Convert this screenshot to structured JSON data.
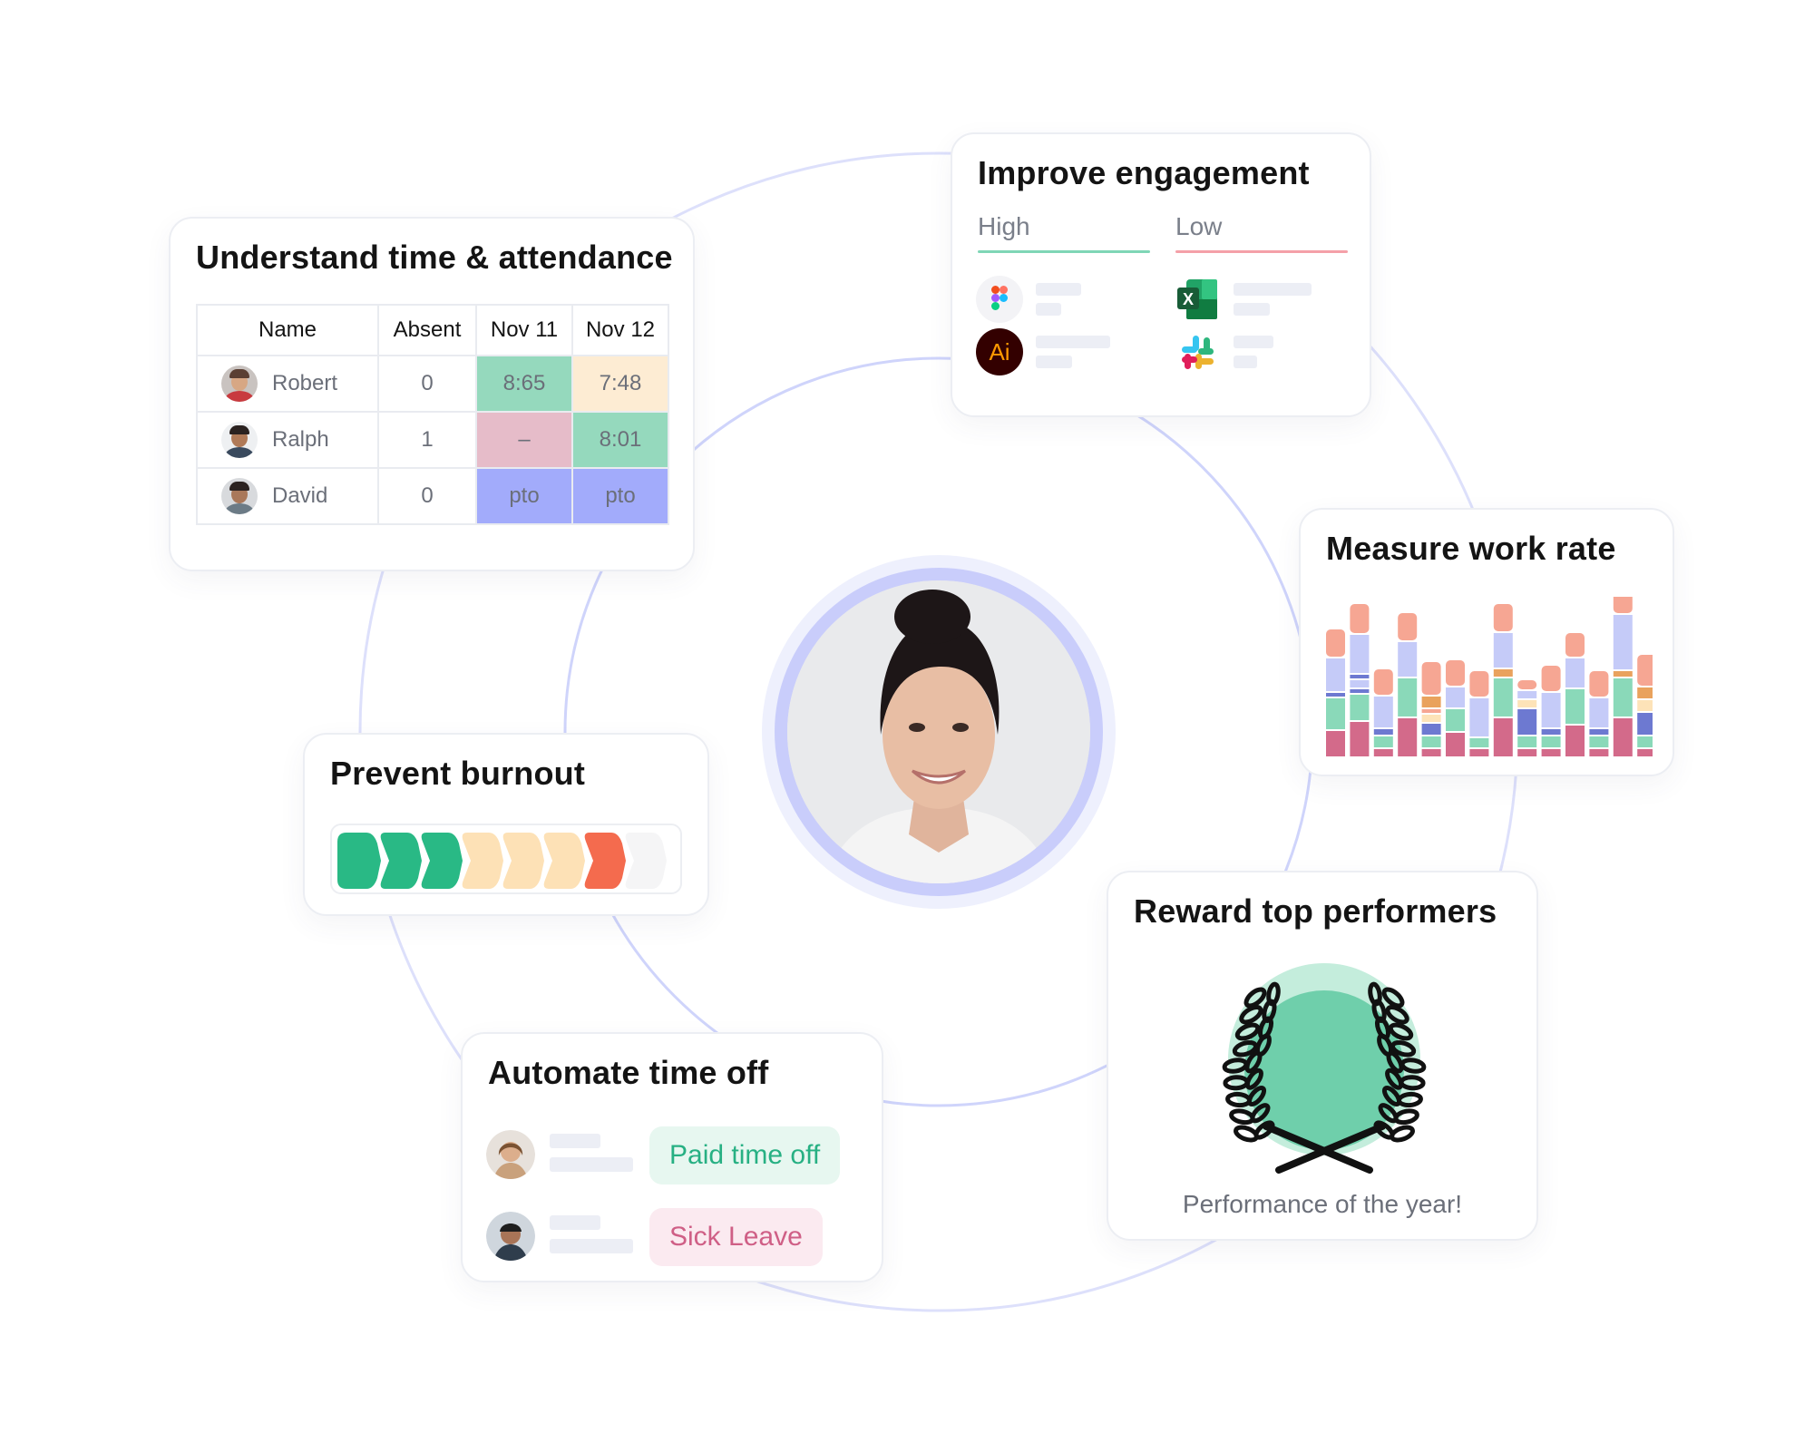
{
  "attendance": {
    "title": "Understand time & attendance",
    "headers": [
      "Name",
      "Absent",
      "Nov 11",
      "Nov 12"
    ],
    "rows": [
      {
        "name": "Robert",
        "absent": "0",
        "nov11": "8:65",
        "nov12": "7:48"
      },
      {
        "name": "Ralph",
        "absent": "1",
        "nov11": "–",
        "nov12": "8:01"
      },
      {
        "name": "David",
        "absent": "0",
        "nov11": "pto",
        "nov12": "pto"
      }
    ],
    "cell_colors": {
      "green": "#95d9bd",
      "cream": "#fdecd3",
      "pink": "#e6bcc9",
      "blue": "#a2abfb"
    }
  },
  "engagement": {
    "title": "Improve engagement",
    "high_label": "High",
    "low_label": "Low",
    "high_color": "#7fd6b6",
    "low_color": "#f4a0a8",
    "high_apps": [
      "figma-icon",
      "illustrator-icon"
    ],
    "low_apps": [
      "excel-icon",
      "slack-icon"
    ],
    "illustrator_text": "Ai",
    "excel_text": "X"
  },
  "workrate": {
    "title": "Measure work rate",
    "colors": [
      "#d36a8a",
      "#8ad9b9",
      "#c5cbf8",
      "#6d79d1",
      "#fde3b8",
      "#e9a25d",
      "#f6a693"
    ]
  },
  "burnout": {
    "title": "Prevent burnout",
    "level_colors": [
      "#29b985",
      "#29b985",
      "#29b985",
      "#fde1b6",
      "#fde1b6",
      "#fde1b6",
      "#f46b4e",
      "#f5f5f6"
    ]
  },
  "timeoff": {
    "title": "Automate time off",
    "paid_label": "Paid time off",
    "sick_label": "Sick Leave",
    "paid_color": "#27b083",
    "sick_color": "#cf5f86"
  },
  "reward": {
    "title": "Reward top performers",
    "caption": "Performance of the year!",
    "accent": "#6fcfab"
  }
}
